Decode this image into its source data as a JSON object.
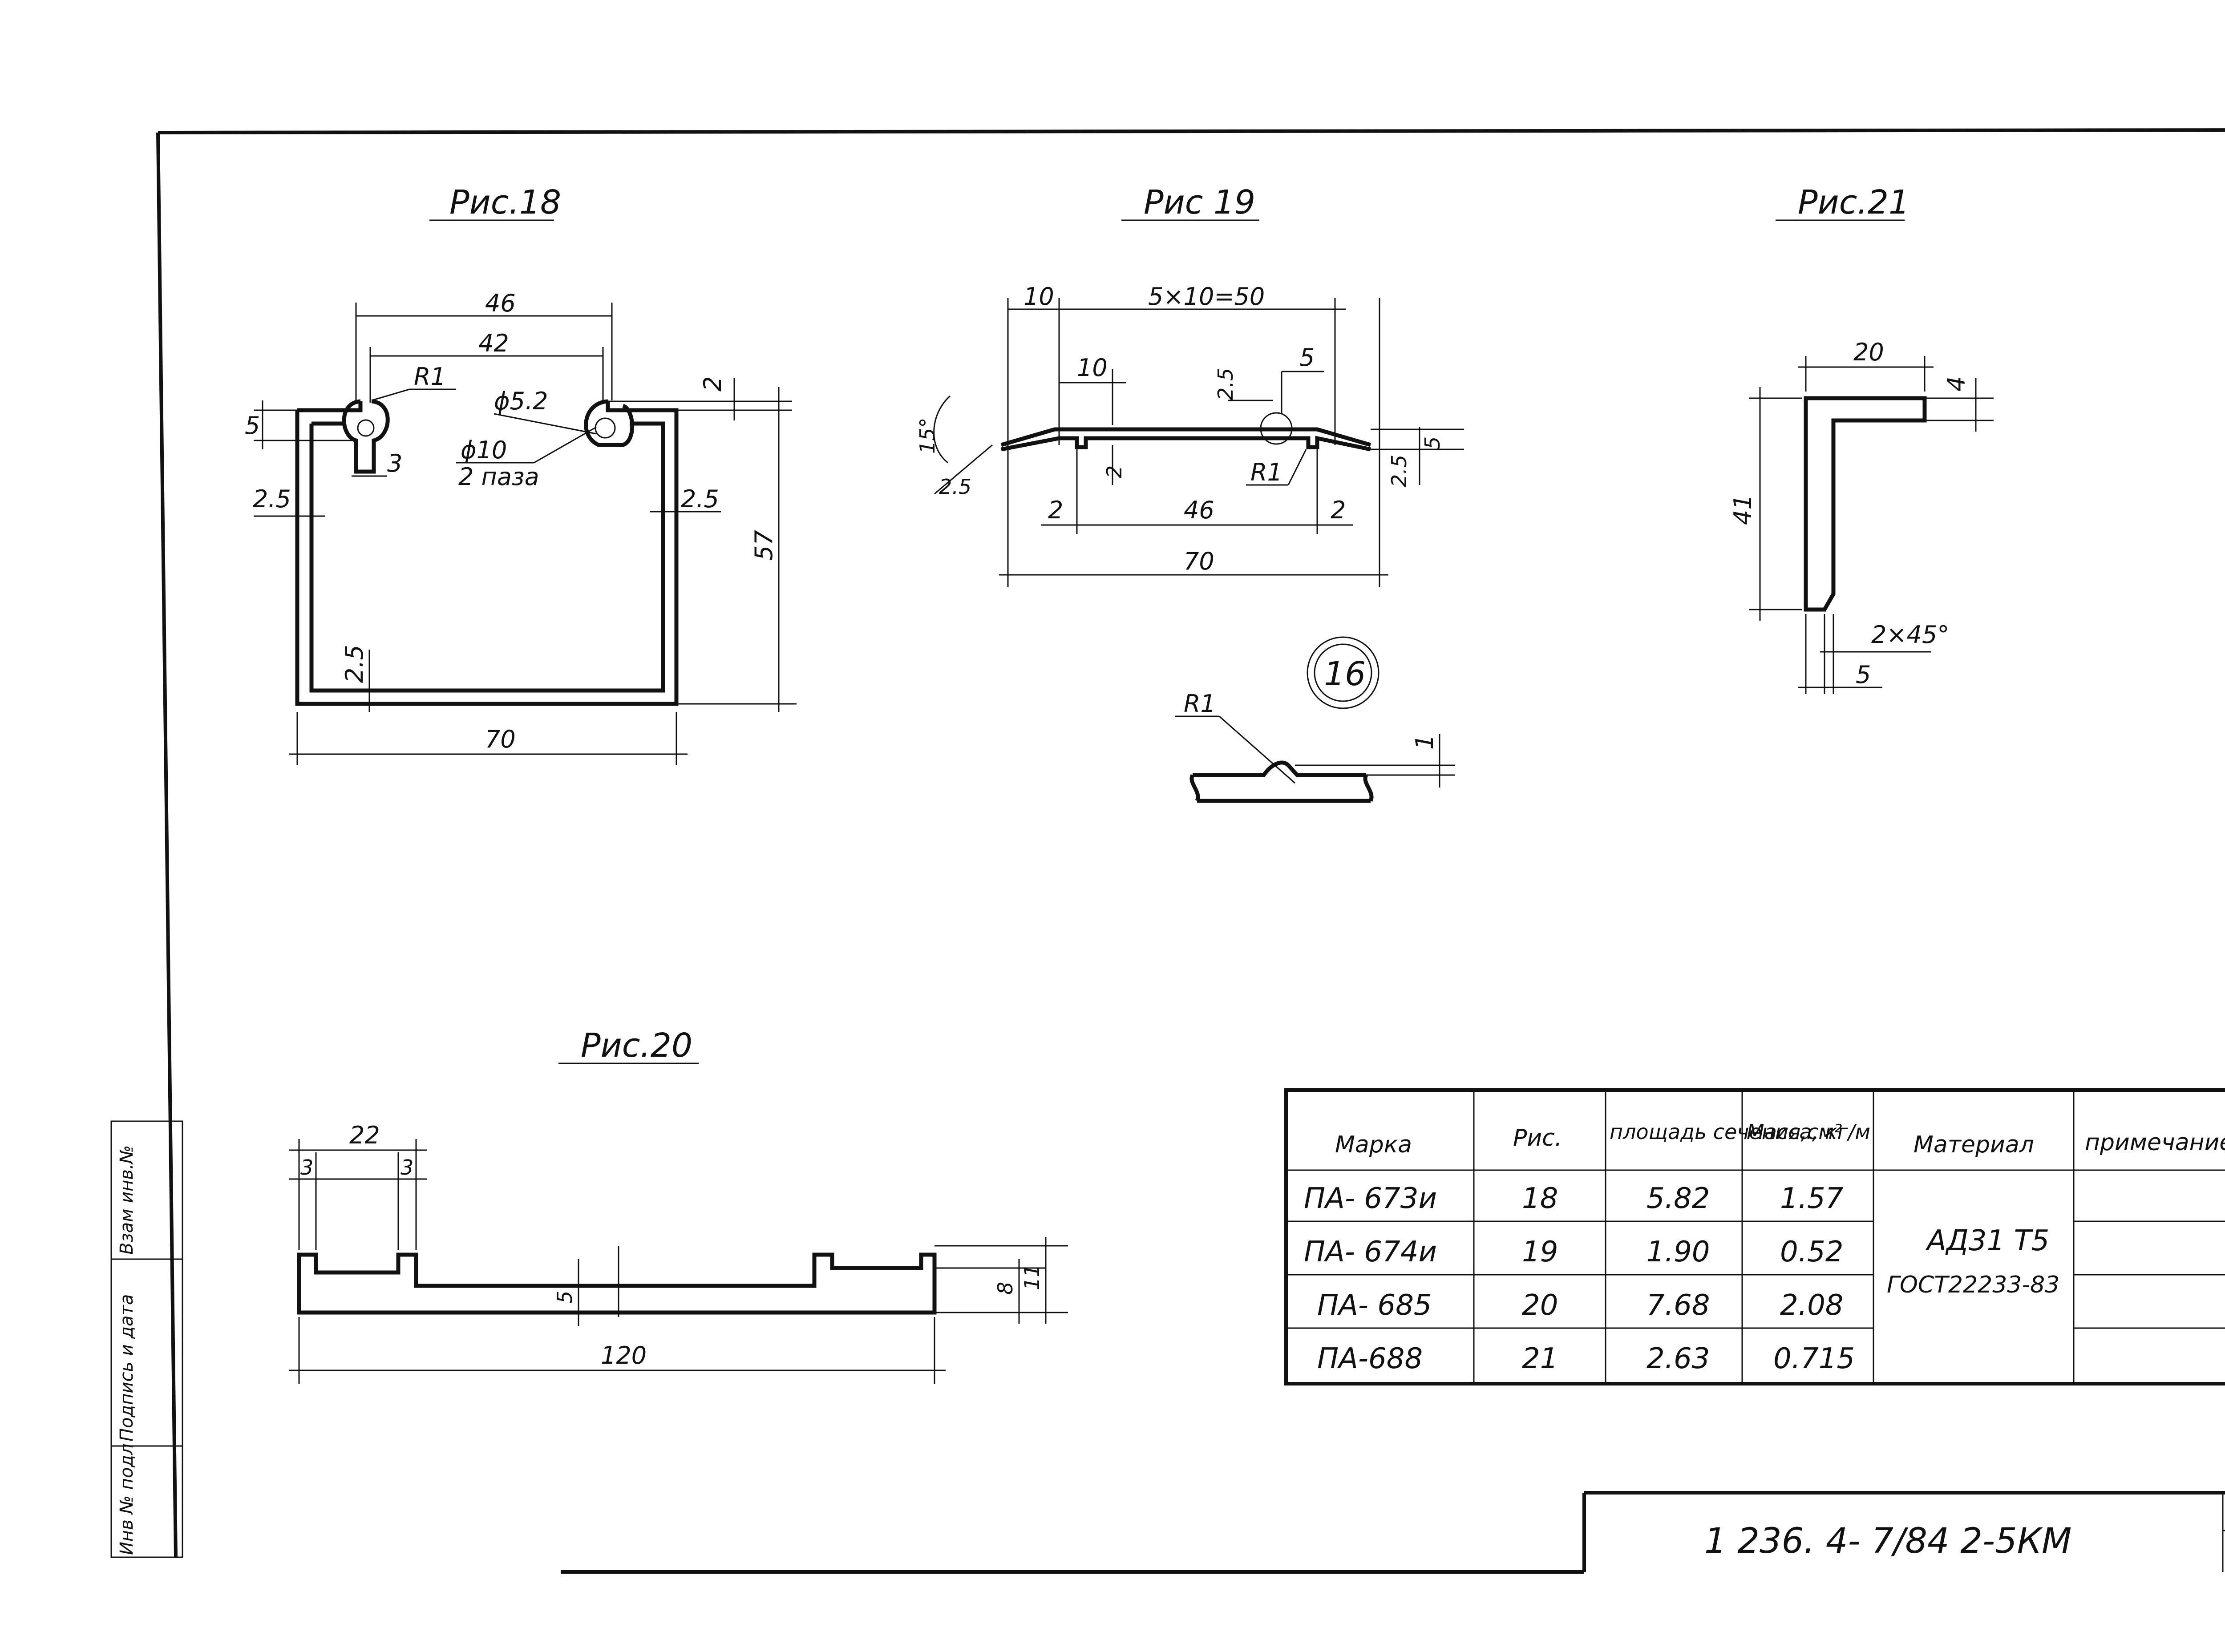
{
  "figures": {
    "fig18": {
      "title": "Рис.18",
      "dims": {
        "w46": "46",
        "w42": "42",
        "r1": "R1",
        "d52": "ϕ5.2",
        "d10": "ϕ10",
        "slots": "2 паза",
        "h5": "5",
        "t3": "3",
        "t25_left": "2.5",
        "t25_right": "2.5",
        "t2": "2",
        "h57": "57",
        "t25_bottom": "2.5",
        "w70": "70"
      }
    },
    "fig19": {
      "title": "Рис 19",
      "dims": {
        "d10_top": "10",
        "d5x10": "5×10=50",
        "d10_mid": "10",
        "d25_v": "2.5",
        "d5_circle": "5",
        "a15": "15°",
        "d25_left": "2.5",
        "d2_mid": "2",
        "r1": "R1",
        "d25_right": "2.5",
        "d5_right": "5",
        "d2_left": "2",
        "d46": "46",
        "d2_right": "2",
        "d70": "70"
      }
    },
    "fig21": {
      "title": "Рис.21",
      "dims": {
        "d20": "20",
        "d4": "4",
        "d41": "41",
        "d2x45": "2×45°",
        "d5": "5"
      }
    },
    "fig16": {
      "badge": "16",
      "dims": {
        "r1": "R1",
        "d1": "1"
      }
    },
    "fig20": {
      "title": "Рис.20",
      "dims": {
        "d22": "22",
        "d3_left": "3",
        "d3_right": "3",
        "d5": "5",
        "d8": "8",
        "d11": "11",
        "d120": "120"
      }
    }
  },
  "table": {
    "headers": [
      "Марка",
      "Рис.",
      "площадь сечения,см²",
      "Масса, кг/м",
      "Материал",
      "примечание"
    ],
    "rows": [
      [
        "ПА- 673и",
        "18",
        "5.82",
        "1.57"
      ],
      [
        "ПА- 674и",
        "19",
        "1.90",
        "0.52"
      ],
      [
        "ПА- 685",
        "20",
        "7.68",
        "2.08"
      ],
      [
        "ПА-688",
        "21",
        "2.63",
        "0.715"
      ]
    ],
    "material_line1": "АД31 Т5",
    "material_line2": "ГОСТ22233-83"
  },
  "stamp": {
    "code": "1 236. 4- 7/84 2-5КМ"
  },
  "side_stamp": {
    "col1": "Взам инв.№",
    "col2": "Подпись и дата",
    "col3": "Инв № подл"
  }
}
